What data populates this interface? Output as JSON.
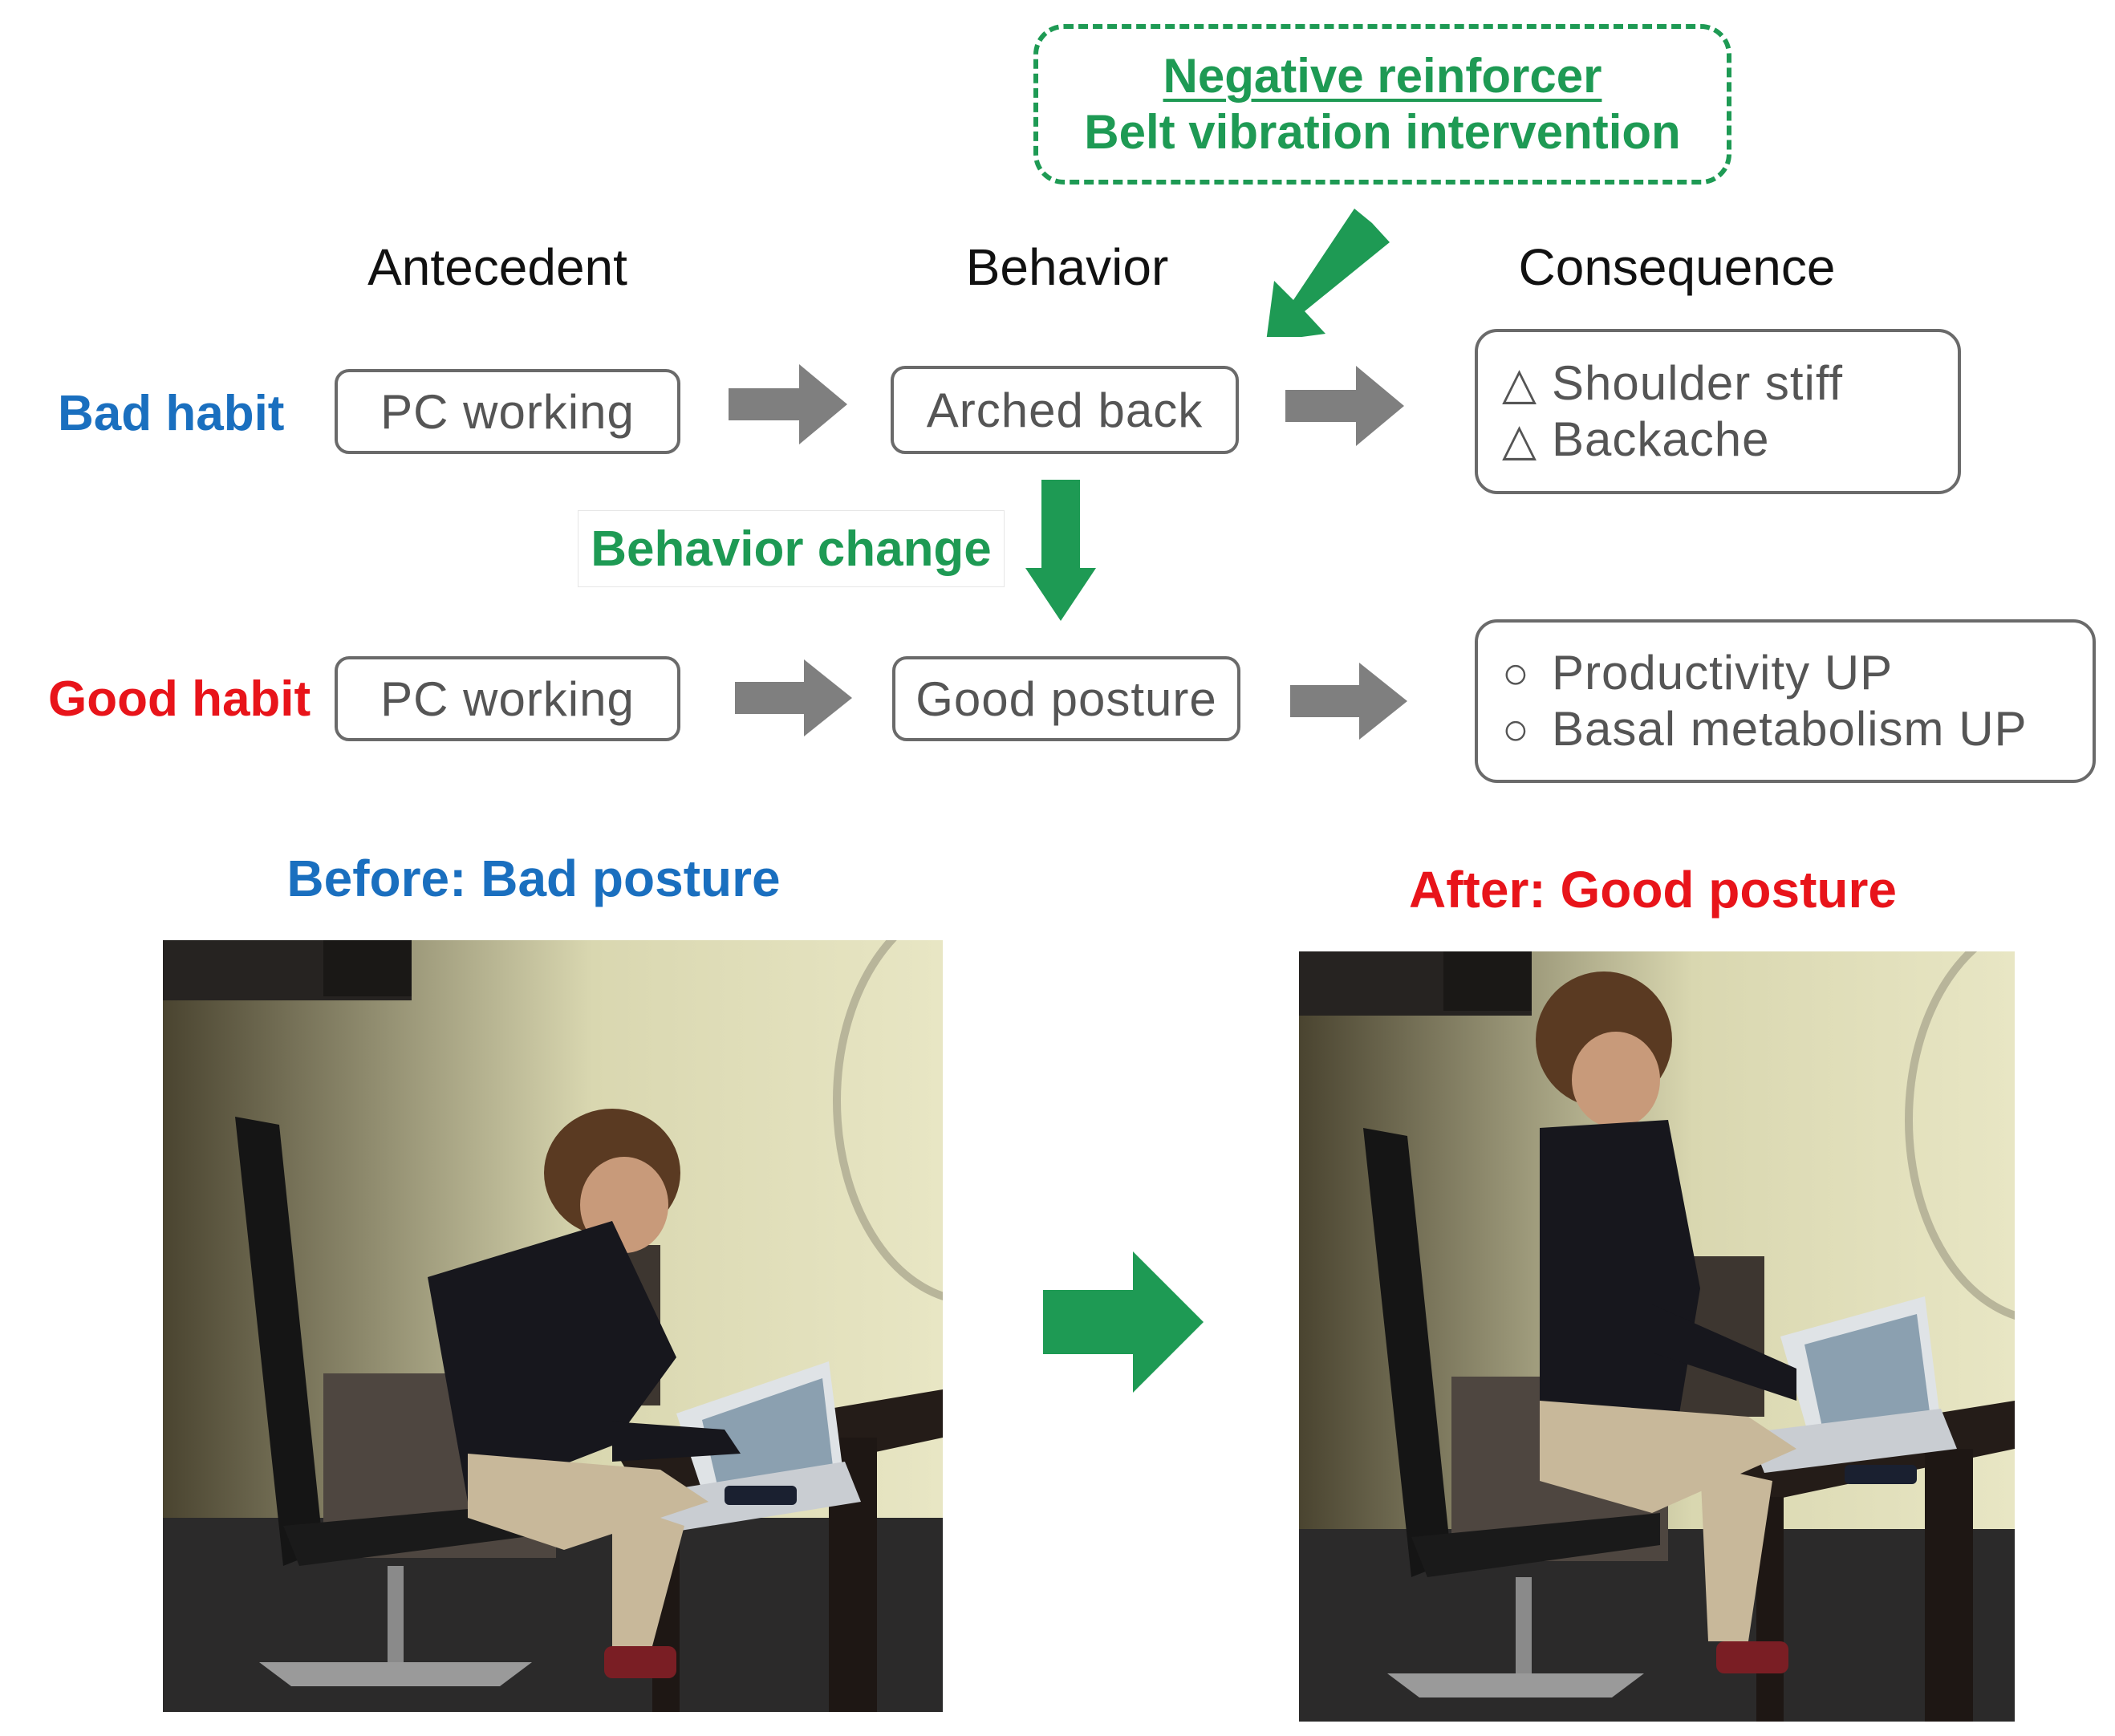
{
  "reinforcer": {
    "title": "Negative reinforcer",
    "subtitle": "Belt vibration intervention"
  },
  "columns": {
    "antecedent": "Antecedent",
    "behavior": "Behavior",
    "consequence": "Consequence"
  },
  "bad_habit": {
    "label": "Bad habit",
    "antecedent": "PC working",
    "behavior": "Arched back",
    "consequences": [
      {
        "symbol": "△",
        "text": "Shoulder stiff"
      },
      {
        "symbol": "△",
        "text": "Backache"
      }
    ]
  },
  "behavior_change": "Behavior change",
  "good_habit": {
    "label": "Good habit",
    "antecedent": "PC working",
    "behavior": "Good posture",
    "consequences": [
      {
        "symbol": "○",
        "text": "Productivity UP"
      },
      {
        "symbol": "○",
        "text": "Basal metabolism UP"
      }
    ]
  },
  "photos": {
    "before_title": "Before: Bad posture",
    "after_title": "After: Good posture"
  },
  "colors": {
    "green": "#1e9a54",
    "blue": "#1a6fbf",
    "red": "#e8141a",
    "gray_arrow": "#7f7f7f",
    "box_border": "#6a6a6a"
  }
}
